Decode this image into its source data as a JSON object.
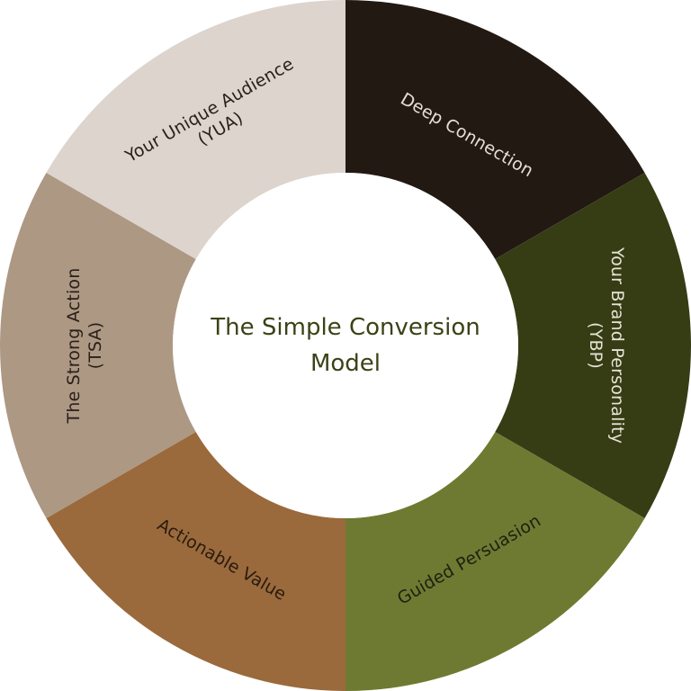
{
  "diagram": {
    "title_lines": [
      "The Simple Conversion",
      "Model"
    ],
    "title_color": "#3a4316",
    "segments": [
      {
        "id": "deep-connection",
        "lines": [
          "Deep Connection"
        ],
        "fill": "#221913",
        "text_color": "#e6ddd6"
      },
      {
        "id": "your-brand-personality",
        "lines": [
          "Your Brand Personality",
          "(YBP)"
        ],
        "fill": "#363d15",
        "text_color": "#e6e3d4"
      },
      {
        "id": "guided-persuasion",
        "lines": [
          "Guided Persuasion"
        ],
        "fill": "#6e7a31",
        "text_color": "#1f2010"
      },
      {
        "id": "actionable-value",
        "lines": [
          "Actionable Value"
        ],
        "fill": "#9a6a3c",
        "text_color": "#2a1a0e"
      },
      {
        "id": "the-strong-action",
        "lines": [
          "The Strong Action",
          "(TSA)"
        ],
        "fill": "#ad9884",
        "text_color": "#2b2019"
      },
      {
        "id": "your-unique-audience",
        "lines": [
          "Your Unique Audience",
          "(YUA)"
        ],
        "fill": "#dcd4cd",
        "text_color": "#2b2019"
      }
    ]
  }
}
